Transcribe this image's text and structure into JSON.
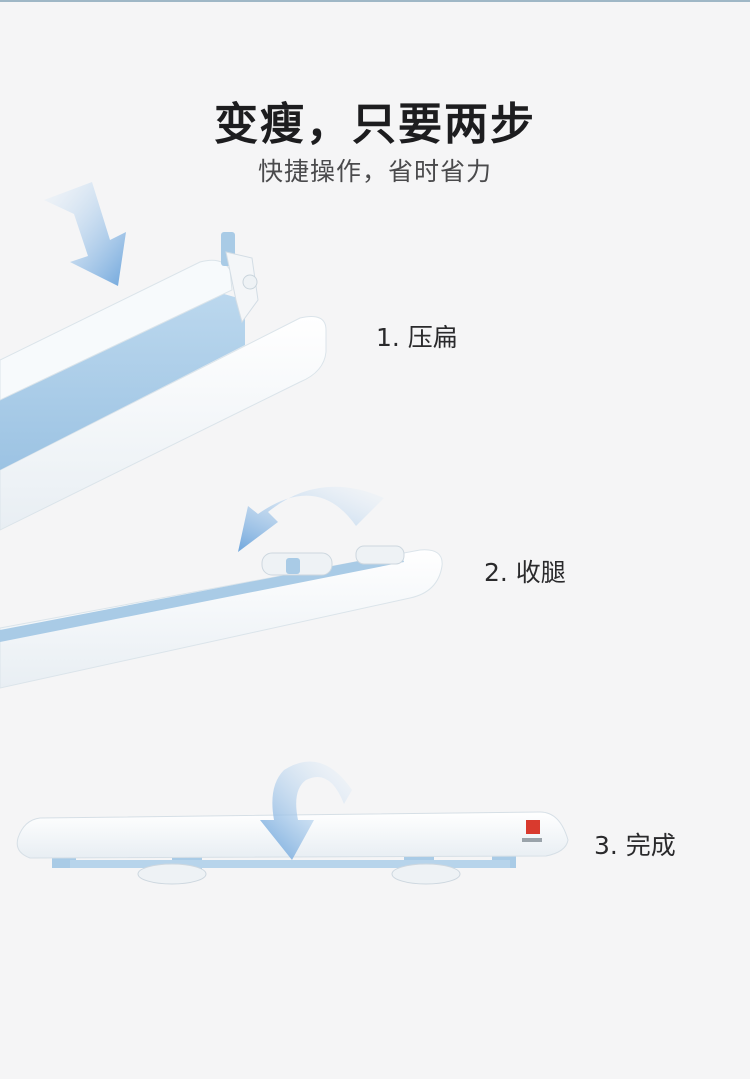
{
  "headline": "变瘦，只要两步",
  "subline": "快捷操作，省时省力",
  "steps": [
    {
      "label": "1. 压扁"
    },
    {
      "label": "2.  收腿"
    },
    {
      "label": "3.  完成"
    }
  ],
  "colors": {
    "background": "#f5f5f6",
    "scale_blue": "#a9cbe6",
    "scale_white": "#f4f6f8",
    "arrow_blue": "#7fb1e0"
  },
  "icons": [
    "press-arrow-icon",
    "fold-arrow-icon",
    "done-arrow-icon",
    "brand-logo"
  ]
}
